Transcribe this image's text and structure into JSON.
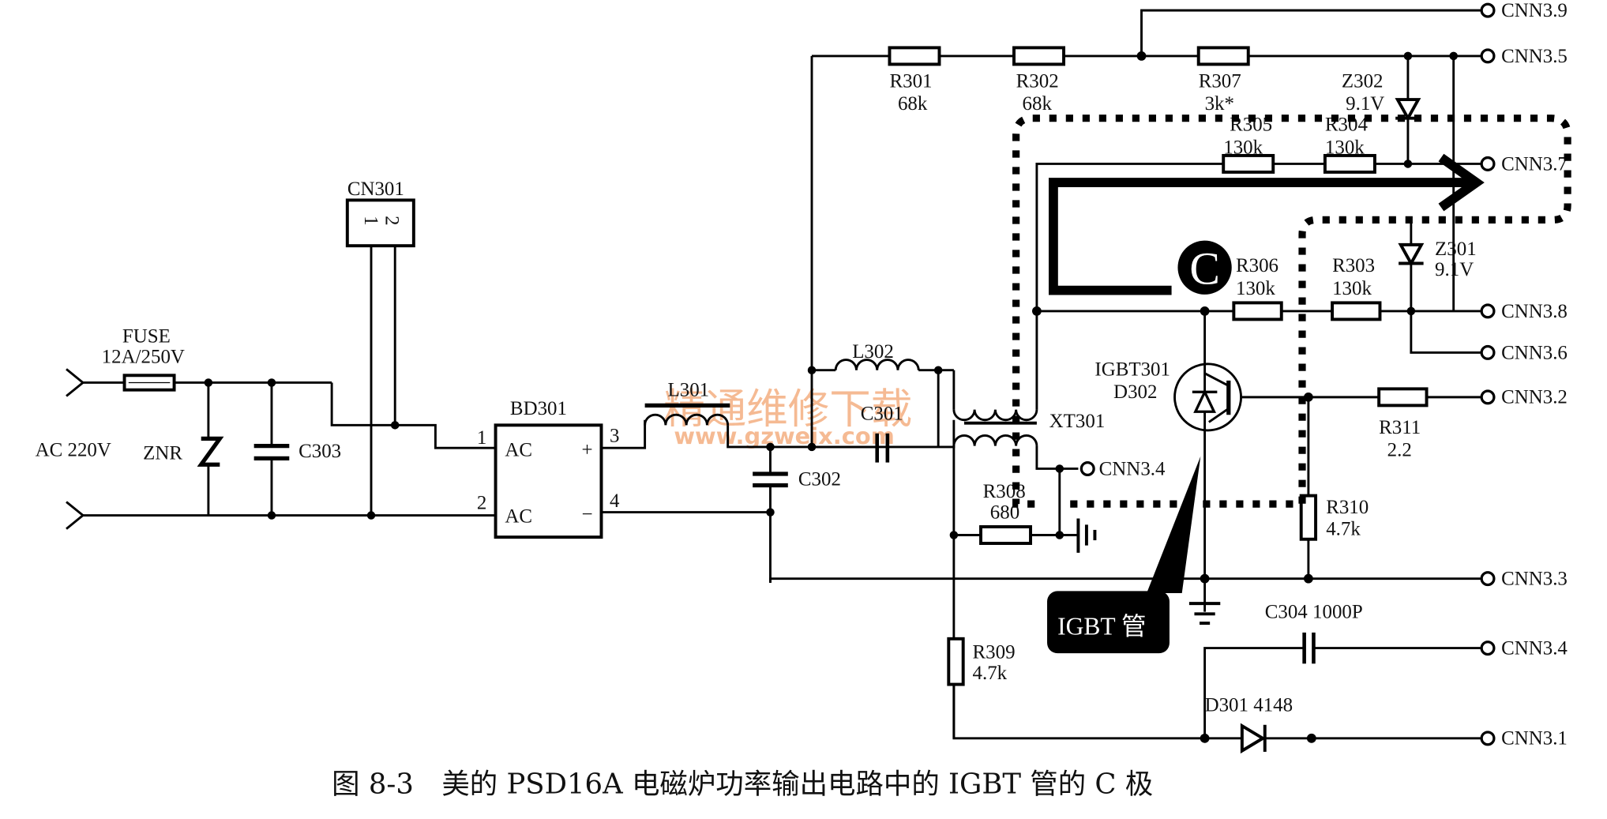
{
  "figure": {
    "caption": "图 8-3　美的 PSD16A 电磁炉功率输出电路中的 IGBT 管的 C 极",
    "watermark_cn": "精通维修下载",
    "watermark_url": "www.gzweix.com",
    "highlight_letter": "C",
    "callout_label": "IGBT 管"
  },
  "input": {
    "source_label": "AC 220V",
    "fuse_name": "FUSE",
    "fuse_rating": "12A/250V",
    "varistor": "ZNR",
    "cap_c303": "C303",
    "connector": "CN301",
    "connector_pin1": "1",
    "connector_pin2": "2"
  },
  "rectifier": {
    "name": "BD301",
    "ac1": "AC",
    "ac2": "AC",
    "plus": "+",
    "minus": "−",
    "pin1": "1",
    "pin2": "2",
    "pin3": "3",
    "pin4": "4"
  },
  "filter": {
    "l301": "L301",
    "l302": "L302",
    "c301": "C301",
    "c302": "C302",
    "xt301": "XT301"
  },
  "components": {
    "r301": {
      "name": "R301",
      "value": "68k"
    },
    "r302": {
      "name": "R302",
      "value": "68k"
    },
    "r307": {
      "name": "R307",
      "value": "3k*"
    },
    "r305": {
      "name": "R305",
      "value": "130k"
    },
    "r304": {
      "name": "R304",
      "value": "130k"
    },
    "r306": {
      "name": "R306",
      "value": "130k"
    },
    "r303": {
      "name": "R303",
      "value": "130k"
    },
    "r308": {
      "name": "R308",
      "value": "680"
    },
    "r309": {
      "name": "R309",
      "value": "4.7k"
    },
    "r310": {
      "name": "R310",
      "value": "4.7k"
    },
    "r311": {
      "name": "R311",
      "value": "2.2"
    },
    "z302": {
      "name": "Z302",
      "value": "9.1V"
    },
    "z301": {
      "name": "Z301",
      "value": "9.1V"
    },
    "igbt": {
      "name": "IGBT301",
      "diode": "D302"
    },
    "c304": {
      "name": "C304 1000P"
    },
    "d301": {
      "name": "D301 4148"
    }
  },
  "terminals": {
    "cnn39": "CNN3.9",
    "cnn35": "CNN3.5",
    "cnn37": "CNN3.7",
    "cnn38": "CNN3.8",
    "cnn36": "CNN3.6",
    "cnn32": "CNN3.2",
    "cnn34a": "CNN3.4",
    "cnn33": "CNN3.3",
    "cnn34b": "CNN3.4",
    "cnn31": "CNN3.1"
  }
}
